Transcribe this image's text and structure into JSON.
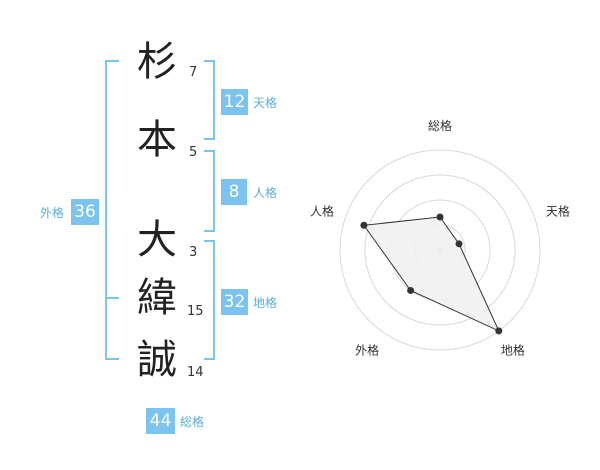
{
  "name_chars": [
    {
      "char": "杉",
      "strokes": "7"
    },
    {
      "char": "本",
      "strokes": "5"
    },
    {
      "char": "大",
      "strokes": "3"
    },
    {
      "char": "緯",
      "strokes": "15"
    },
    {
      "char": "誠",
      "strokes": "14"
    }
  ],
  "kakusu": {
    "tenkaku": {
      "value": "12",
      "label": "天格"
    },
    "jinkaku": {
      "value": "8",
      "label": "人格"
    },
    "chikaku": {
      "value": "32",
      "label": "地格"
    },
    "gaikaku": {
      "value": "36",
      "label": "外格"
    },
    "soukaku": {
      "value": "44",
      "label": "総格"
    }
  },
  "colors": {
    "accent": "#7cc4ef",
    "accent_text": "#5aaedc",
    "radar_fill": "#f0f0f0",
    "radar_line": "#333333",
    "ring": "#d9d9d9"
  },
  "chart_data": {
    "type": "radar",
    "axes": [
      "総格",
      "天格",
      "地格",
      "外格",
      "人格"
    ],
    "values": [
      0.33,
      0.2,
      1.0,
      0.5,
      0.8
    ],
    "range": [
      0,
      1
    ],
    "rings": 4
  }
}
